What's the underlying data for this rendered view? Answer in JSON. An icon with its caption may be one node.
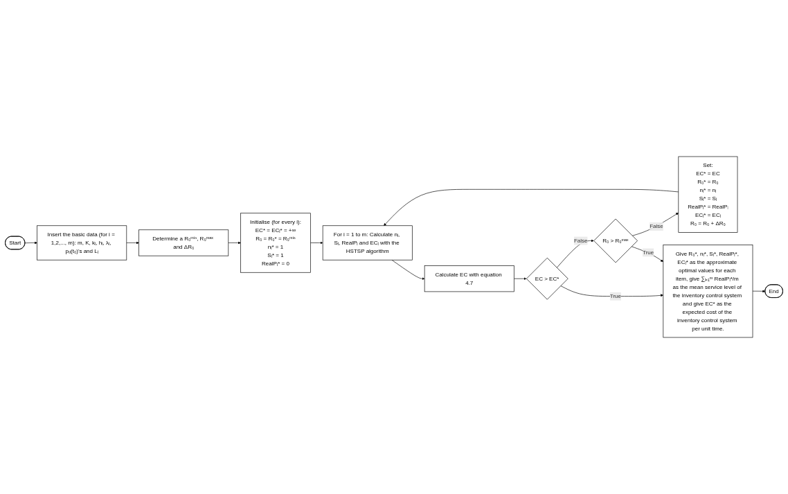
{
  "diagram": {
    "nodes": [
      {
        "text": [
          "Start"
        ]
      },
      {
        "text": [
          "Insert the basic data (for i = 1,2,..., m): m, K, kᵢ, hᵢ, λᵢ, pₜᵢ(t₀)'s and Lᵢ"
        ]
      },
      {
        "text": [
          "Determine a R₀ᵐⁱⁿ, R₀ᵐᵃˣ and ΔR₀"
        ]
      },
      {
        "text": [
          "Initialise (for every i):",
          "EC* = ECᵢ* = +∞",
          "R₀ = R₀* = R₀ᵐⁱⁿ",
          "nᵢ* = 1",
          "Sᵢ* = 1",
          "RealPᵢ* = 0"
        ]
      },
      {
        "text": [
          "For i = 1 to m: Calculate nᵢ, Sᵢ, RealPᵢ and ECᵢ with the HSTSP algorithm"
        ]
      },
      {
        "text": [
          "Calculate EC with equation 4.7"
        ]
      },
      {
        "text": [
          "EC > EC*"
        ]
      },
      {
        "text": [
          "R₀ > R₀ᵐᵃˣ"
        ]
      },
      {
        "text": [
          "Set:",
          "EC* = EC",
          "R₀* = R₀",
          "nᵢ* = nᵢ",
          "Sᵢ* = Sᵢ",
          "RealPᵢ* = RealPᵢ",
          "ECᵢ* = ECᵢ",
          "R₀ = R₀ + ΔR₀"
        ]
      },
      {
        "text": [
          "Give R₀*, nᵢ*, Sᵢ*, RealPᵢ*, ECᵢ* as the approximate optimal values for each item, give ∑ᵢ₌₁ᵐ RealPᵢ*/m as the mean service level of the inventory control system and give EC* as the expected cost of the inventory control system per unit time."
        ]
      },
      {
        "text": [
          "End"
        ]
      }
    ],
    "edges": [
      {
        "from": 0,
        "to": 1,
        "arrow": "to"
      },
      {
        "from": 1,
        "to": 2,
        "arrow": "to"
      },
      {
        "from": 2,
        "to": 3,
        "arrow": "to"
      },
      {
        "from": 3,
        "to": 4,
        "arrow": "to"
      },
      {
        "from": 4,
        "to": 5,
        "arrow": "to"
      },
      {
        "from": 5,
        "to": 6,
        "arrow": "to"
      },
      {
        "from": 6,
        "to": 7,
        "label": "False",
        "arrow": "to"
      },
      {
        "from": 7,
        "to": 8,
        "label": "False",
        "arrow": "to"
      },
      {
        "from": 8,
        "to": 4,
        "arrow": "to"
      },
      {
        "from": 6,
        "to": 9,
        "label": "True",
        "arrow": "to"
      },
      {
        "from": 7,
        "to": 9,
        "label": "True",
        "arrow": "to"
      },
      {
        "from": 9,
        "to": 10,
        "arrow": "to"
      }
    ]
  }
}
